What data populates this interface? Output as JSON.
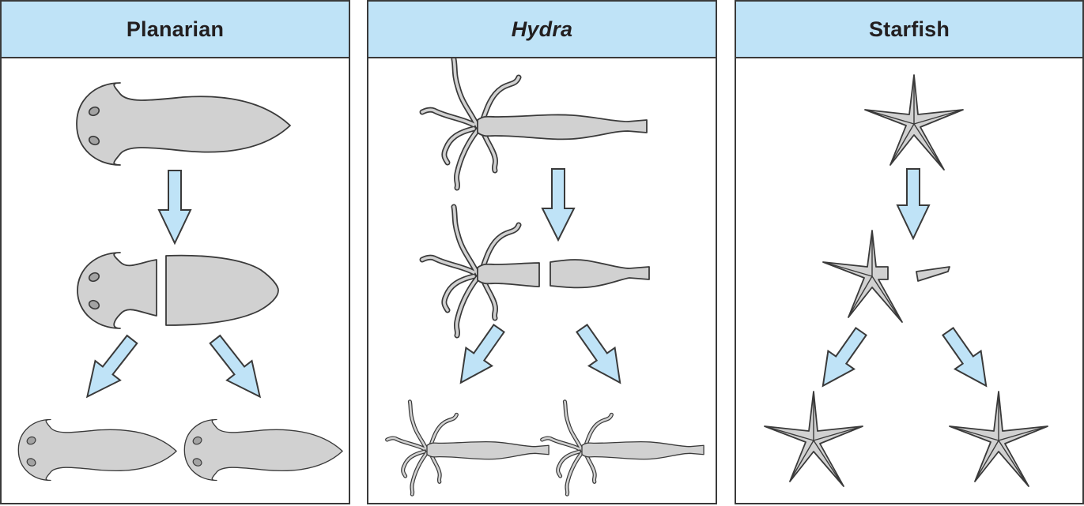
{
  "panels": [
    {
      "title": "Planarian"
    },
    {
      "title": "Hydra"
    },
    {
      "title": "Starfish"
    }
  ],
  "colors": {
    "header_fill": "#bfe3f7",
    "arrow_fill": "#bfe3f7",
    "organism_fill": "#d1d1d1",
    "outline": "#3a3a3a"
  },
  "icons": [
    "down-arrow-icon",
    "diagonal-arrow-icon"
  ]
}
